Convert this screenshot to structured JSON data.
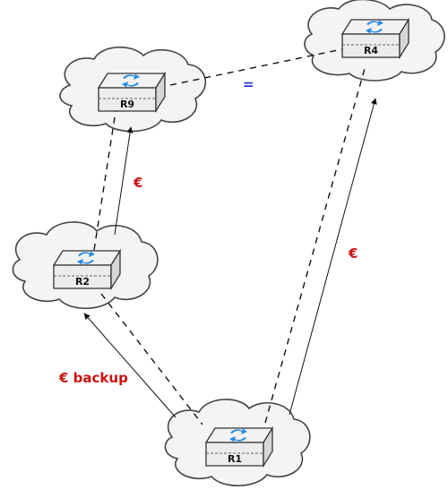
{
  "routers": {
    "r9": {
      "label": "R9"
    },
    "r4": {
      "label": "R4"
    },
    "r2": {
      "label": "R2"
    },
    "r1": {
      "label": "R1"
    }
  },
  "link_labels": {
    "r9_r4": "=",
    "r2_r9": "€",
    "r1_r4": "€",
    "r1_r2": "€ backup"
  },
  "colors": {
    "red_label": "#cc1111",
    "blue_label": "#2233cc",
    "router_icon": "#1e88e5"
  },
  "icons": {
    "router": "router-arrows-icon",
    "cloud": "cloud-shape"
  }
}
